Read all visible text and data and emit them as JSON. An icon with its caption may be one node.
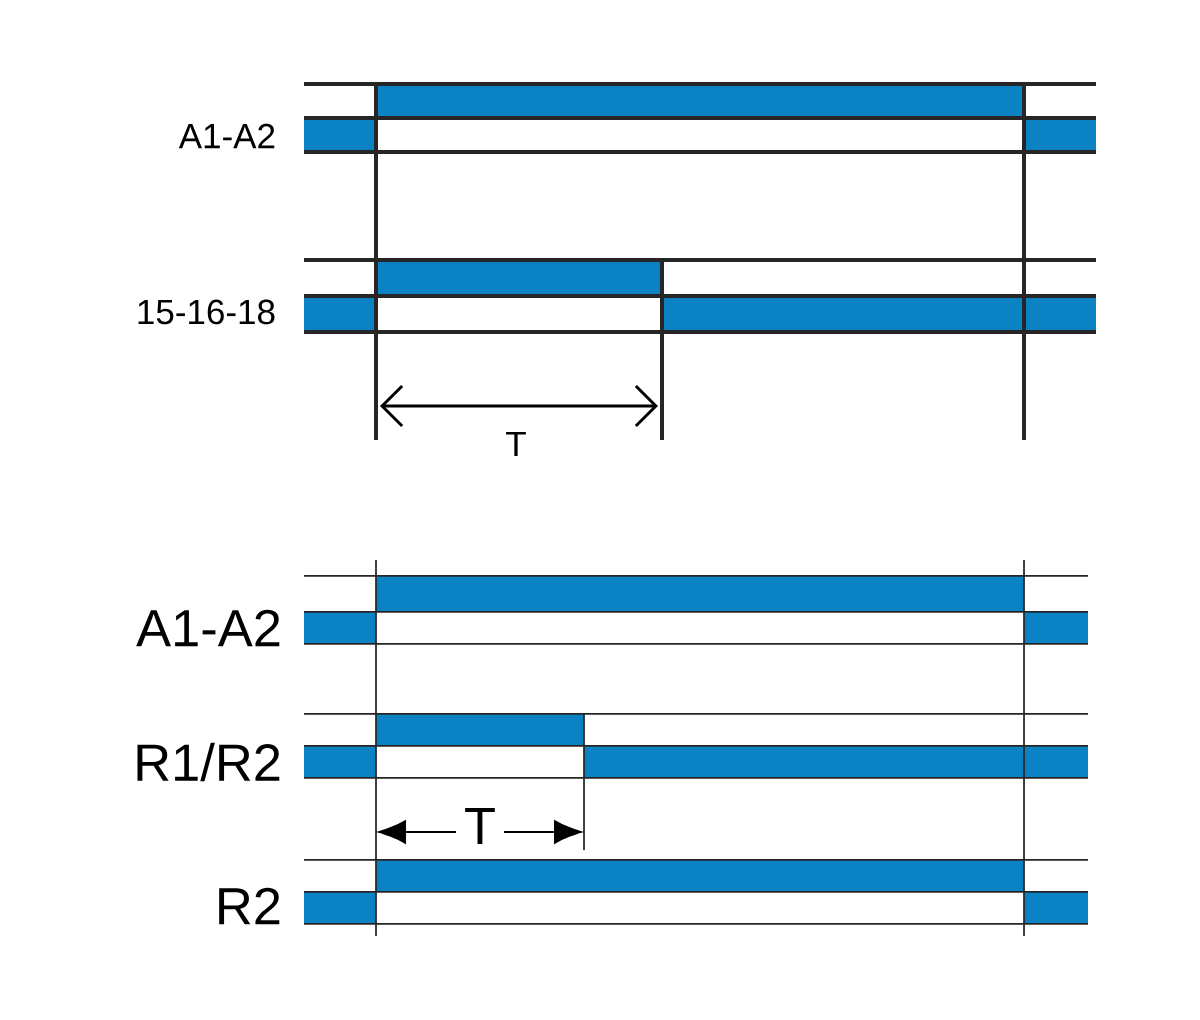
{
  "diagram": {
    "labels": [
      "A1-A2",
      "15-16-18",
      "T",
      "A1-A2",
      "R1/R2",
      "T",
      "R2"
    ]
  }
}
